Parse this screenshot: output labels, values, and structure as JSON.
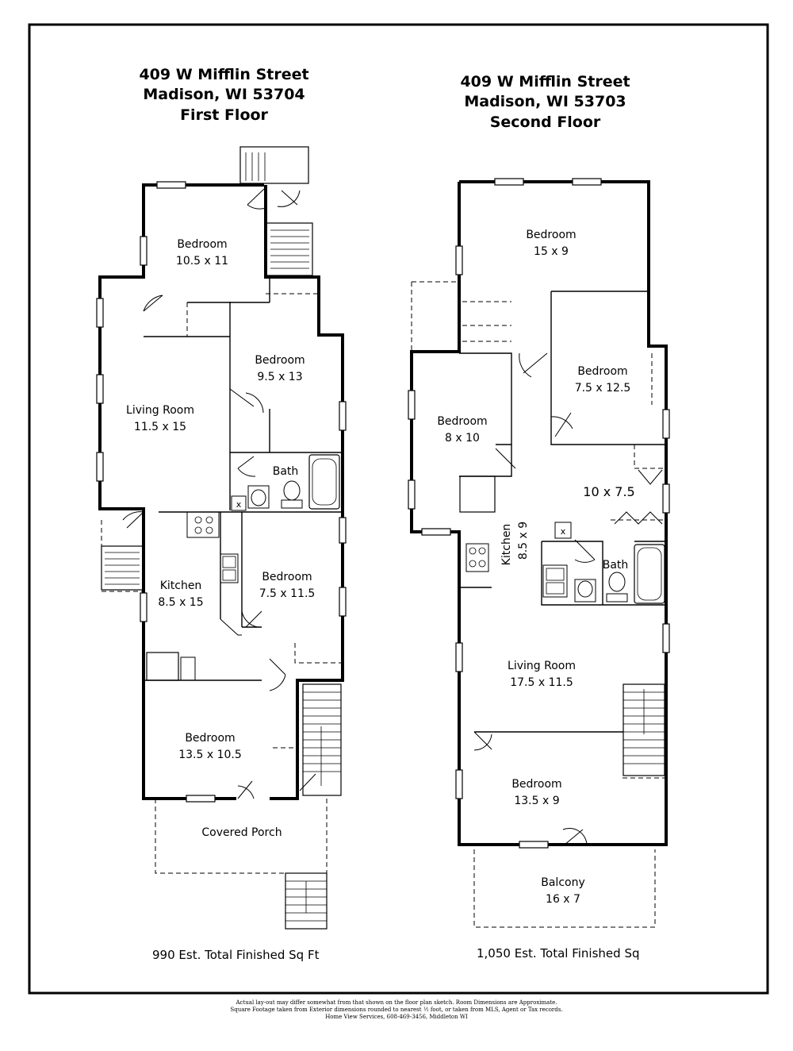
{
  "first_floor": {
    "address": "409 W Mifflin  Street",
    "city": "Madison, WI 53704",
    "floor": "First Floor",
    "rooms": [
      {
        "name": "Bedroom",
        "size": "10.5 x 11"
      },
      {
        "name": "Bedroom",
        "size": "9.5 x 13"
      },
      {
        "name": "Living Room",
        "size": "11.5 x 15"
      },
      {
        "name": "Bath",
        "size": ""
      },
      {
        "name": "Kitchen",
        "size": "8.5 x 15"
      },
      {
        "name": "Bedroom",
        "size": "7.5 x 11.5"
      },
      {
        "name": "Bedroom",
        "size": "13.5 x 10.5"
      },
      {
        "name": "Covered Porch",
        "size": ""
      }
    ],
    "fixture_mark": "x",
    "total": "990 Est. Total Finished Sq Ft"
  },
  "second_floor": {
    "address": "409 W Mifflin  Street",
    "city": "Madison, WI 53703",
    "floor": "Second Floor",
    "rooms": [
      {
        "name": "Bedroom",
        "size": "15 x 9"
      },
      {
        "name": "Bedroom",
        "size": "7.5 x 12.5"
      },
      {
        "name": "Bedroom",
        "size": "8 x 10"
      },
      {
        "name": "",
        "size": "10 x 7.5"
      },
      {
        "name": "Kitchen",
        "size": "8.5 x 9"
      },
      {
        "name": "Bath",
        "size": ""
      },
      {
        "name": "Living Room",
        "size": "17.5 x 11.5"
      },
      {
        "name": "Bedroom",
        "size": "13.5 x 9"
      },
      {
        "name": "Balcony",
        "size": "16 x 7"
      }
    ],
    "fixture_mark": "x",
    "total": "1,050 Est. Total Finished Sq"
  },
  "disclaimer": [
    "Actual lay-out may differ somewhat from that shown on the floor plan sketch.  Room Dimensions are Approximate.",
    "Square Footage taken from Exterior dimensions rounded to nearest ½ foot, or taken from MLS, Agent or Tax records.",
    "Home View Services, 608-469-3456, Middleton WI"
  ]
}
